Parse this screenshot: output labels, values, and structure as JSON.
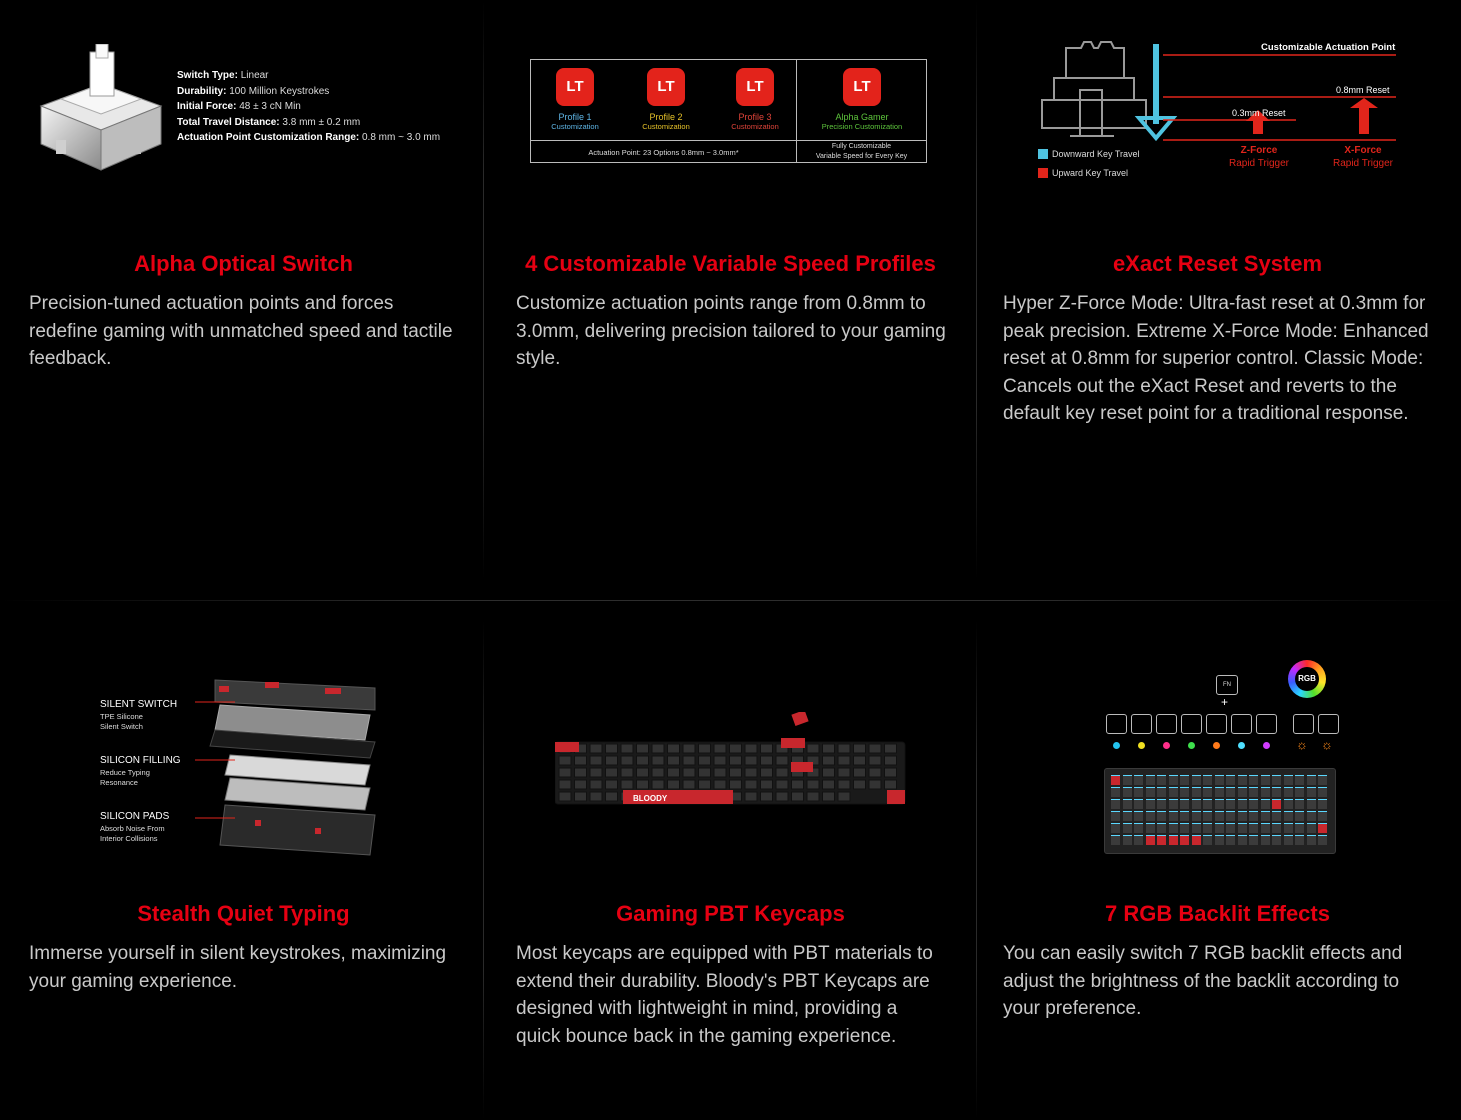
{
  "features": [
    {
      "title": "Alpha Optical Switch",
      "description": "Precision-tuned actuation points and forces redefine gaming with unmatched speed and tactile feedback."
    },
    {
      "title": "4 Customizable Variable Speed Profiles",
      "description": "Customize actuation points range from 0.8mm to 3.0mm, delivering precision tailored to your gaming style."
    },
    {
      "title": "eXact Reset System",
      "description": "Hyper Z-Force Mode: Ultra-fast reset at 0.3mm for peak precision. Extreme X-Force Mode: Enhanced reset at 0.8mm for superior control. Classic Mode: Cancels out the eXact Reset and reverts to the default key reset point for a traditional response."
    },
    {
      "title": "Stealth Quiet Typing",
      "description": "Immerse yourself in silent keystrokes, maximizing your gaming experience."
    },
    {
      "title": "Gaming PBT Keycaps",
      "description": "Most keycaps are equipped with PBT materials to extend their durability. Bloody's PBT Keycaps are designed with lightweight in mind, providing a quick bounce back in the gaming experience."
    },
    {
      "title": "7 RGB Backlit Effects",
      "description": "You can easily switch 7 RGB backlit effects and adjust the brightness of the backlit according to your preference."
    }
  ],
  "switch_specs": [
    {
      "label": "Switch Type:",
      "value": "Linear"
    },
    {
      "label": "Durability:",
      "value": "100 Million Keystrokes"
    },
    {
      "label": "Initial Force:",
      "value": "48 ± 3 cN Min"
    },
    {
      "label": "Total Travel Distance:",
      "value": "3.8 mm ± 0.2 mm"
    },
    {
      "label": "Actuation Point Customization Range:",
      "value": "0.8 mm ~ 3.0 mm"
    }
  ],
  "profiles": {
    "badge": "LT",
    "items": [
      {
        "name": "Profile 1",
        "sub": "Customization",
        "color": "#5fb6e6"
      },
      {
        "name": "Profile 2",
        "sub": "Customization",
        "color": "#e6c229"
      },
      {
        "name": "Profile 3",
        "sub": "Customization",
        "color": "#e0443a"
      },
      {
        "name": "Alpha Gamer",
        "sub": "Precision Customization",
        "color": "#5dc43c"
      }
    ],
    "footer_left": "Actuation Point: 23 Options 0.8mm ~ 3.0mm*",
    "footer_right_1": "Fully Customizable",
    "footer_right_2": "Variable Speed for Every Key"
  },
  "reset_diagram": {
    "actuation_label": "Customizable Actuation Point",
    "reset_03": "0.3mm Reset",
    "reset_08": "0.8mm Reset",
    "z_force": "Z-Force",
    "x_force": "X-Force",
    "rapid": "Rapid Trigger",
    "legend_down": "Downward Key Travel",
    "legend_up": "Upward Key Travel",
    "color_down": "#4fc3e0",
    "color_up": "#e1251b"
  },
  "quiet_layers": [
    {
      "title": "SILENT SWITCH",
      "line1": "TPE Silicone",
      "line2": "Silent Switch"
    },
    {
      "title": "SILICON FILLING",
      "line1": "Reduce Typing",
      "line2": "Resonance"
    },
    {
      "title": "SILICON PADS",
      "line1": "Absorb Noise From",
      "line2": "Interior Collisions"
    }
  ],
  "keycaps": {
    "brand": "BLOODY"
  },
  "rgb": {
    "badge": "RGB",
    "plus": "+",
    "dot_colors": [
      "#23c4f0",
      "#f0e020",
      "#ff2e8a",
      "#3ee04c",
      "#ff7a1a",
      "#4fe0ff",
      "#d13cff"
    ]
  }
}
